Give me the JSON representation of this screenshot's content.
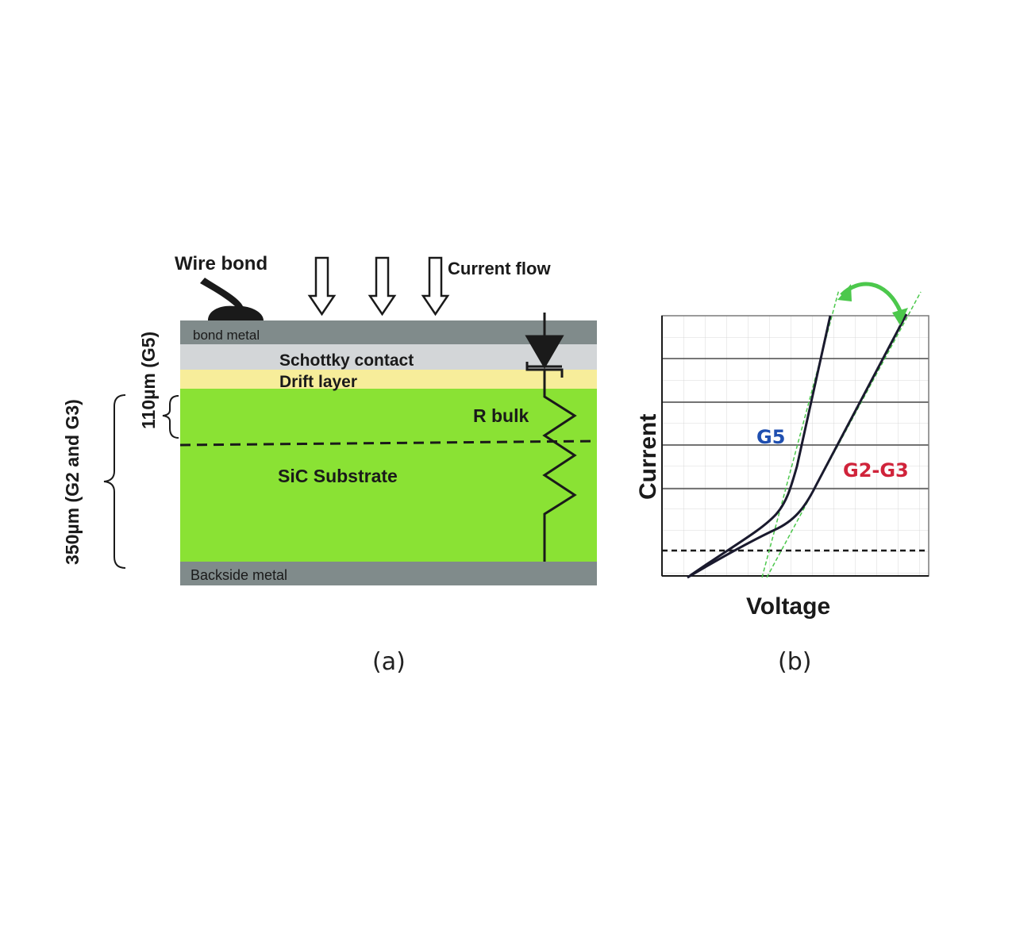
{
  "panel_a": {
    "wire_bond": "Wire bond",
    "current_flow": "Current flow",
    "bond_metal": "bond metal",
    "schottky_contact": "Schottky contact",
    "drift_layer": "Drift layer",
    "r_bulk": "R bulk",
    "sic_substrate": "SiC Substrate",
    "backside_metal": "Backside metal",
    "thickness_g5": "110µm (G5)",
    "thickness_g2_g3": "350µm (G2 and G3)",
    "caption": "(a)",
    "colors": {
      "metal": "#808b8b",
      "schottky": "#d3d6d8",
      "drift": "#f7ed9a",
      "substrate": "#8ae234"
    }
  },
  "panel_b": {
    "xlabel": "Voltage",
    "ylabel": "Current",
    "series_g5": "G5",
    "series_g2_g3": "G2-G3",
    "caption": "(b)",
    "colors": {
      "g5_label": "#1f4fb0",
      "g2_g3_label": "#d0233a",
      "tangent": "#4cc84c",
      "curve": "#1a1a2e"
    }
  }
}
